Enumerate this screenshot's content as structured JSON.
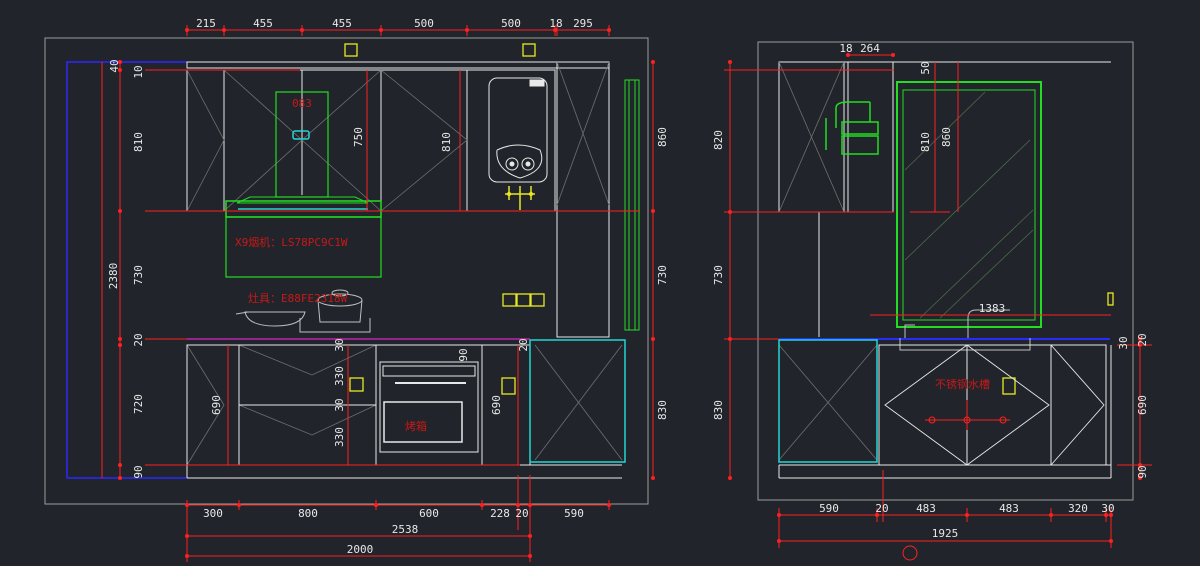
{
  "front_elevation": {
    "top_dims": [
      "215",
      "455",
      "455",
      "500",
      "500",
      "18",
      "295"
    ],
    "left_dims": [
      "40",
      "10",
      "810",
      "730",
      "20",
      "720",
      "90"
    ],
    "overall_height": "2380",
    "right_dims": [
      "860",
      "730",
      "830"
    ],
    "hood_dim": "750",
    "hood_code": "083",
    "upper_cab_dim": "810",
    "lower_dims": [
      "690",
      "330",
      "30",
      "330",
      "30",
      "90",
      "690",
      "20"
    ],
    "bottom_dims": [
      "300",
      "800",
      "600",
      "228",
      "20",
      "590"
    ],
    "bottom_total": "2538",
    "bottom_total2": "2000",
    "notes": {
      "hood": "X9烟机：LS78PC9C1W",
      "stove": "灶具：E88FE2318W",
      "oven": "烤箱"
    }
  },
  "side_elevation": {
    "top_dims": [
      "18",
      "264"
    ],
    "left_dims": [
      "820",
      "730",
      "830"
    ],
    "inner_dims": [
      "50",
      "810",
      "860"
    ],
    "window_width": "1383",
    "right_dims": [
      "20",
      "30",
      "690",
      "90"
    ],
    "bottom_dims": [
      "590",
      "20",
      "483",
      "483",
      "320",
      "30"
    ],
    "bottom_total": "1925",
    "notes": {
      "sink": "不锈钢水槽"
    }
  },
  "colors": {
    "background": "#21252b",
    "line": "#e8e8e8",
    "dimension": "#ff2020",
    "green": "#22dd22",
    "cyan": "#22d6d6",
    "blue": "#2a2aff",
    "yellow": "#e8e820",
    "note": "#c81818"
  }
}
